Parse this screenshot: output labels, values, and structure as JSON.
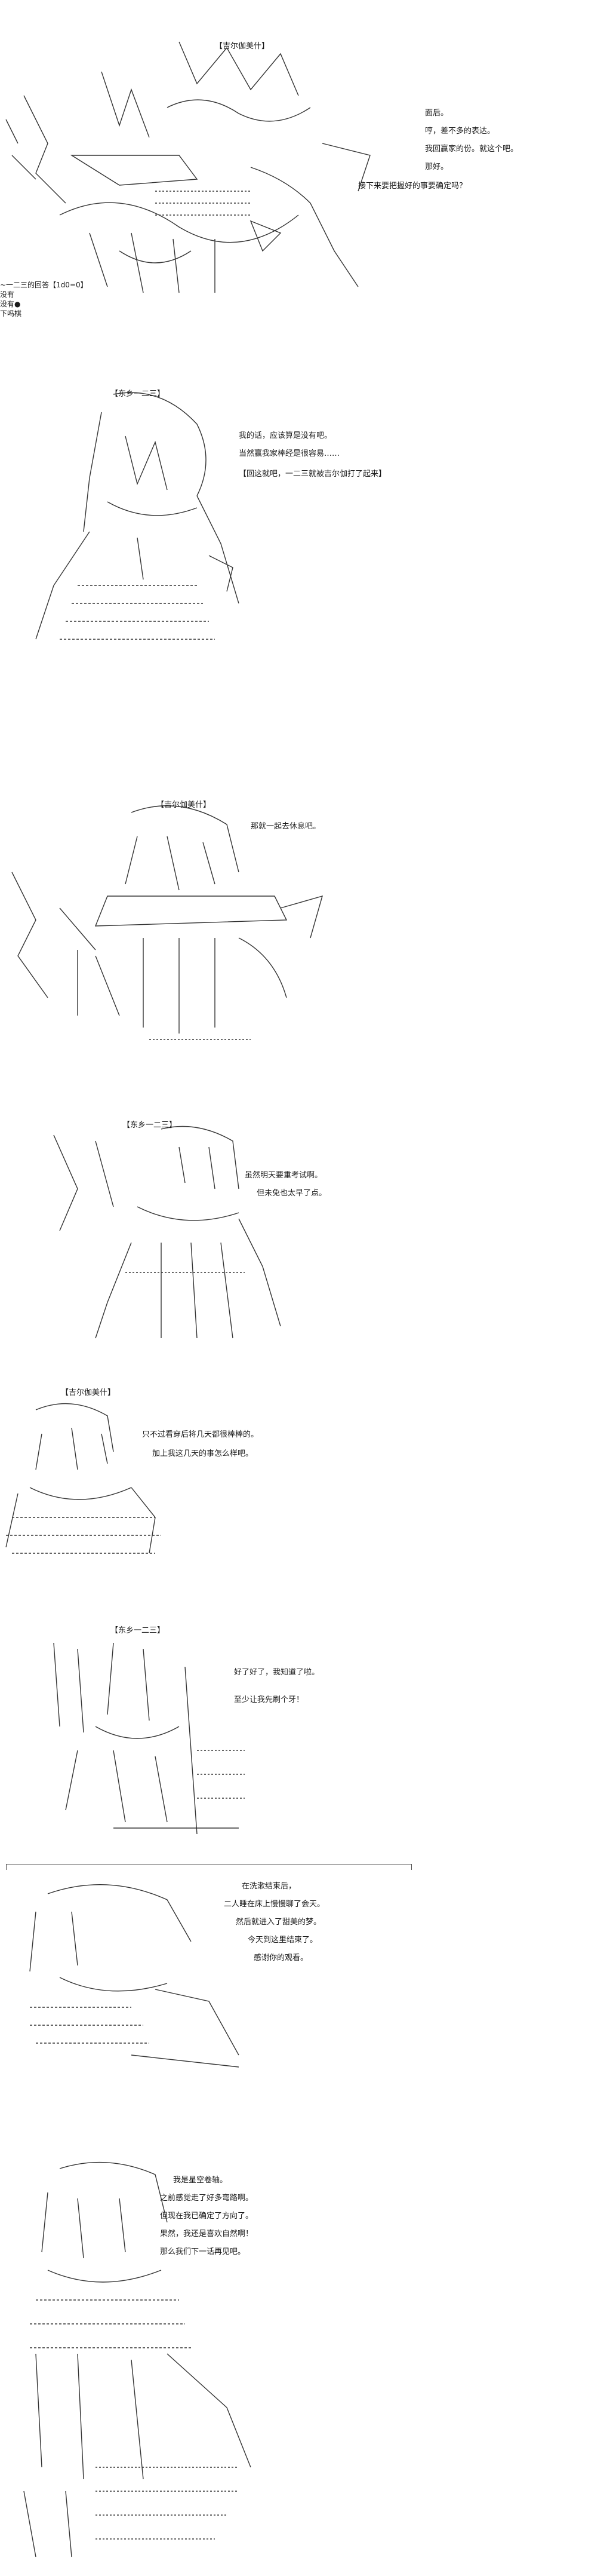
{
  "panels": [
    {
      "speaker": "【吉尔伽美什】",
      "lines": [
        "哼，差不多的表达。",
        "我回赢家的份。就这个吧。",
        "那好。",
        "接下来要把握好的事要确定吗？",
        "面后。"
      ],
      "caption": [
        "~一二三的回答【1d0=0】",
        "没有",
        "没有●",
        "下吗棋"
      ]
    },
    {
      "speaker": "【东乡一二三】",
      "lines": [
        "我的话，应该算是没有吧。",
        "当然赢我家棒经是很容易……",
        "【回这就吧，一二三就被吉尔伽打了起来】"
      ]
    },
    {
      "speaker": "【吉尔伽美什】",
      "lines": [
        "那就一起去休息吧。"
      ]
    },
    {
      "speaker": "【东乡一二三】",
      "lines": [
        "虽然明天要重考试啊。",
        "但未免也太早了点。"
      ]
    },
    {
      "speaker": "【吉尔伽美什】",
      "lines": [
        "只不过看穿后将几天都很棒棒的。",
        "加上我这几天的事怎么样吧。"
      ]
    },
    {
      "speaker": "【东乡一二三】",
      "lines": [
        "好了好了，我知道了啦。",
        "至少让我先刷个牙！"
      ]
    },
    {
      "speaker": "",
      "lines": [
        "在洗漱结束后，",
        "二人睡在床上慢慢聊了会天。",
        "然后就进入了甜美的梦。",
        "今天到这里结束了。",
        "感谢你的观看。"
      ]
    },
    {
      "speaker": "",
      "lines": [
        "我是星空卷轴。",
        "之前感觉走了好多弯路啊。",
        "但现在我已确定了方向了。",
        "果然，我还是喜欢自然啊！",
        "那么我们下一话再见吧。"
      ]
    }
  ]
}
